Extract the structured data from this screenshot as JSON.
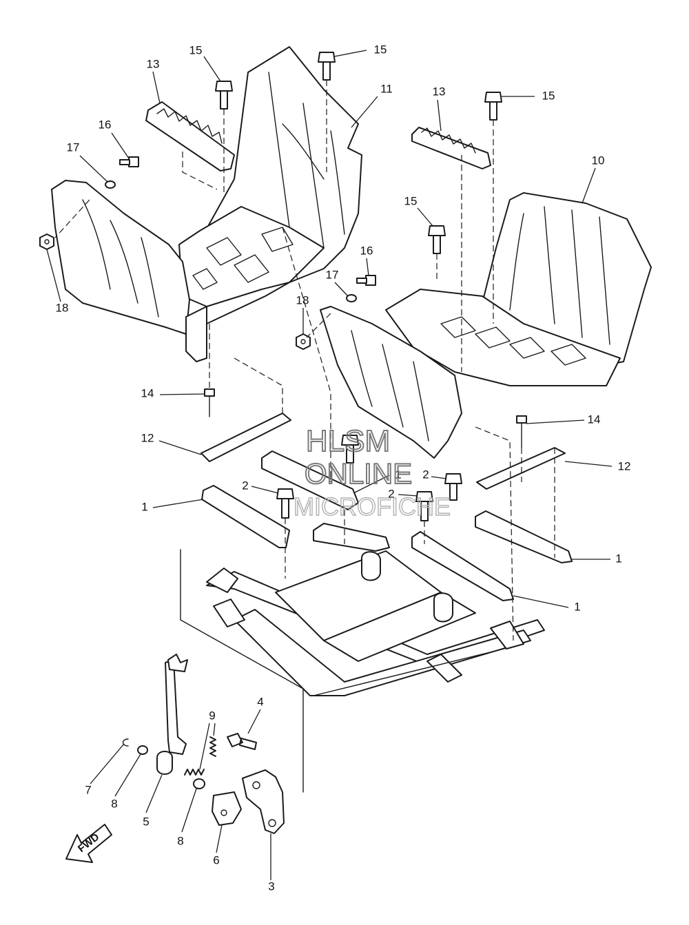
{
  "diagram": {
    "callouts": [
      "1",
      "2",
      "3",
      "4",
      "5",
      "6",
      "7",
      "8",
      "9",
      "10",
      "11",
      "12",
      "13",
      "14",
      "15",
      "16",
      "17",
      "18"
    ],
    "direction_arrow": "FWD",
    "watermark": {
      "line1": "HLSM",
      "line2": "ONLINE",
      "line3": "MICROFICHE"
    }
  }
}
